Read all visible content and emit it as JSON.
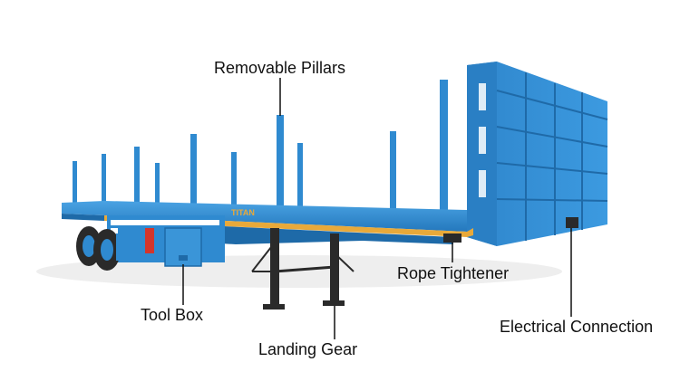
{
  "labels": {
    "removable_pillars": "Removable Pillars",
    "rope_tightener": "Rope Tightener",
    "tool_box": "Tool Box",
    "landing_gear": "Landing Gear",
    "electrical_connection": "Electrical Connection"
  },
  "trailer": {
    "brand_mark": "TITAN"
  },
  "colors": {
    "body_blue": "#2f8ad0",
    "dark_blue": "#1e6aa8",
    "light_blue": "#4aa0e0",
    "deck_stripe": "#e8a93a",
    "tire": "#2a2a2a",
    "leader_line": "#111111"
  }
}
